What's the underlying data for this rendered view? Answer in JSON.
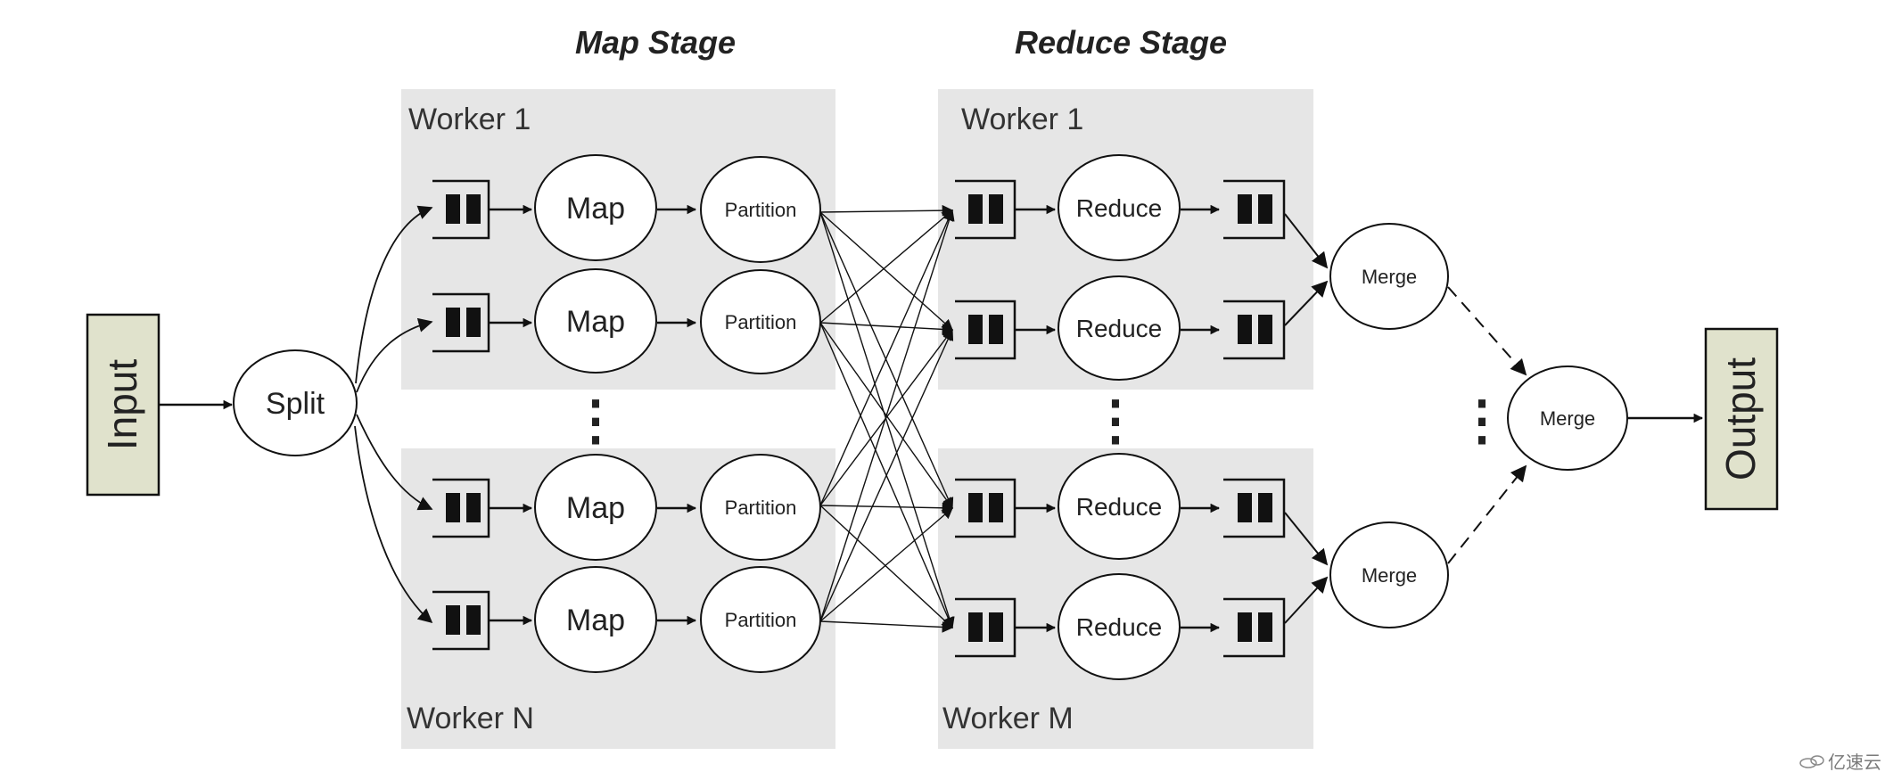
{
  "stages": {
    "map_title": "Map Stage",
    "reduce_title": "Reduce Stage"
  },
  "workers": {
    "map_first": "Worker 1",
    "map_last": "Worker N",
    "reduce_first": "Worker 1",
    "reduce_last": "Worker M"
  },
  "io": {
    "input": "Input",
    "output": "Output"
  },
  "nodes": {
    "split": "Split",
    "map": "Map",
    "partition": "Partition",
    "reduce": "Reduce",
    "merge": "Merge"
  },
  "ellipsis": "⋮",
  "watermark": "亿速云",
  "colors": {
    "worker_panel": "#e6e6e6",
    "io_box": "#e0e2cc",
    "stroke": "#111111",
    "buffer_fill": "#111111"
  },
  "icons": {
    "buffer": "queue-buffer-icon",
    "logo": "cloud-logo-icon"
  }
}
